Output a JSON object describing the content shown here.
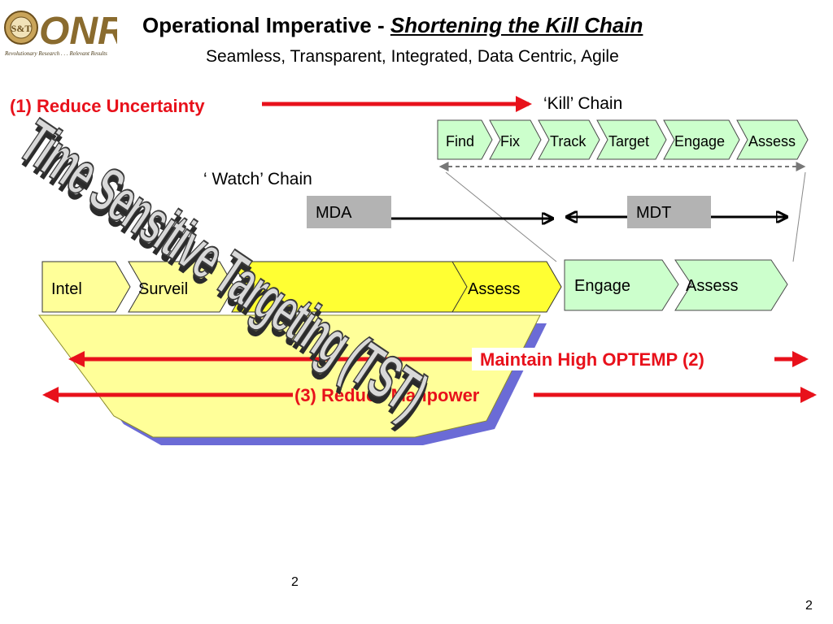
{
  "logo": {
    "seal_text": "S&T",
    "wordmark": "ONR",
    "tagline": "Revolutionary Research . . . Relevant Results"
  },
  "header": {
    "title_prefix": "Operational Imperative - ",
    "title_emphasis": "Shortening the Kill Chain",
    "subtitle": "Seamless, Transparent, Integrated, Data Centric, Agile"
  },
  "kill_chain": {
    "label": "‘Kill’ Chain",
    "steps": [
      "Find",
      "Fix",
      "Track",
      "Target",
      "Engage",
      "Assess"
    ]
  },
  "watch_chain": {
    "label": "‘ Watch’ Chain",
    "steps": [
      "Intel",
      "Surveil",
      "",
      "Assess"
    ]
  },
  "boxes": {
    "mda": "MDA",
    "mdt": "MDT"
  },
  "right_chain": {
    "steps": [
      "Engage",
      "Assess"
    ]
  },
  "arrows": {
    "reduce_uncertainty": "(1) Reduce Uncertainty",
    "maintain_optemp": "Maintain High OPTEMP (2)",
    "reduce_manpower": "(3) Reduce Manpower"
  },
  "wordart": "Time Sensitive Targeting (TST)",
  "colors": {
    "red": "#e8111b",
    "green_fill": "#ccffcc",
    "yellow_fill": "#ffff66",
    "funnel_fill": "#ffff99",
    "funnel_shadow": "#6b6bd6",
    "gray_box": "#b3b3b3",
    "logo_brown": "#8a6b2e"
  },
  "footer": {
    "page_center": "2",
    "page_corner": "2"
  }
}
